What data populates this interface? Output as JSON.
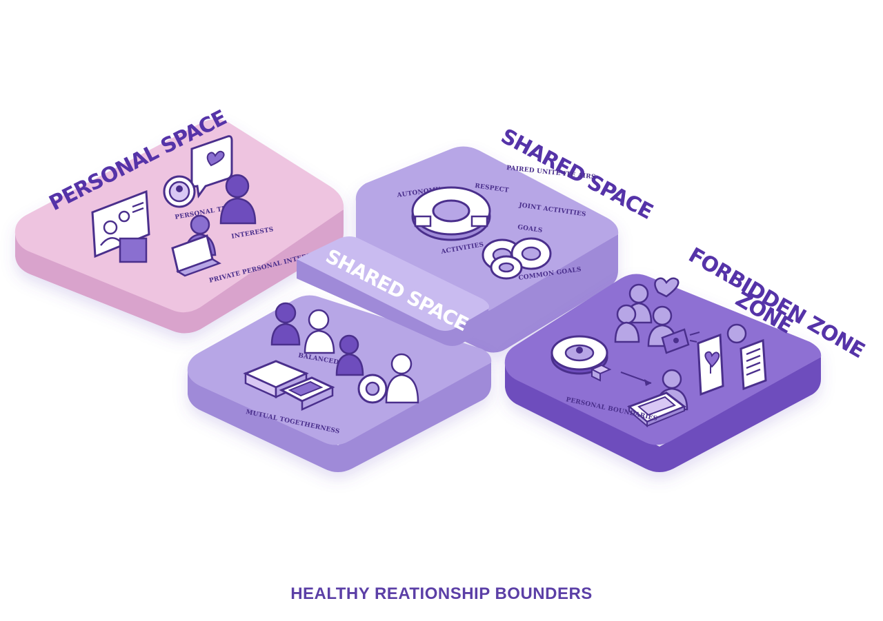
{
  "colors": {
    "personal_top": "#eec4e0",
    "personal_side": "#d9a3cc",
    "shared_top": "#b7a6e6",
    "shared_side": "#9f8ad8",
    "forbidden_top": "#8e6fd3",
    "forbidden_side": "#6e4dbd",
    "ink": "#4a2f8c",
    "title_ink": "#5533a8"
  },
  "zones": {
    "personal": {
      "title": "PERSONAL SPACE",
      "labels": [
        "PERSONAL TIME",
        "INTERESTS",
        "PRIVATE PERSONAL INTERESTS"
      ],
      "icons": [
        "profile-card-icon",
        "speech-bubble-heart-icon",
        "person-icon",
        "person-laptop-icon"
      ]
    },
    "shared_upper": {
      "title": "SHARED SPACE",
      "subtitle": "PAIRED UNITE ITE AIRS",
      "labels": [
        "AUTONOMY",
        "RESPECT",
        "JOINT ACTIVITIES",
        "GOALS",
        "ACTIVITIES",
        "COMMON GOALS"
      ],
      "icons": [
        "gear-icon",
        "linked-rings-icon"
      ]
    },
    "shared_lower": {
      "title": "SHARED SPACE",
      "labels": [
        "BALANCED",
        "MUTUAL TOGETHERNESS"
      ],
      "icons": [
        "two-people-icon",
        "puzzle-blocks-icon",
        "gear-person-icon"
      ]
    },
    "forbidden": {
      "title_line1": "FORBIDDEN ZONE",
      "title_line2": "ZONE",
      "labels": [
        "PERSONAL BOUNDARIES"
      ],
      "icons": [
        "group-heart-icon",
        "watching-person-icon",
        "phone-heart-icon",
        "camera-lens-icon",
        "tablet-person-icon"
      ]
    }
  },
  "caption": "HEALTHY REATIONSHIP BOUNDERS"
}
